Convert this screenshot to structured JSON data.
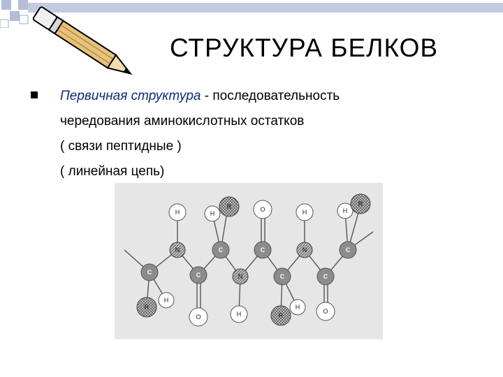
{
  "title": "СТРУКТУРА  БЕЛКОВ",
  "bullet": {
    "term": "Первичная структура",
    "line1_rest": "  - последовательность",
    "line2": "чередования аминокислотных остатков",
    "line3": "( связи  пептидные )",
    "line4": "( линейная цепь)"
  },
  "figure": {
    "atoms": {
      "H": "H",
      "N": "N",
      "C": "C",
      "O": "O",
      "R": "R"
    }
  },
  "colors": {
    "term": "#0a2a78",
    "corner_squares": "#9aa8c8",
    "figure_bg": "#e6e6e6"
  },
  "icons": [
    "pencil-icon",
    "bullet-square-icon"
  ]
}
